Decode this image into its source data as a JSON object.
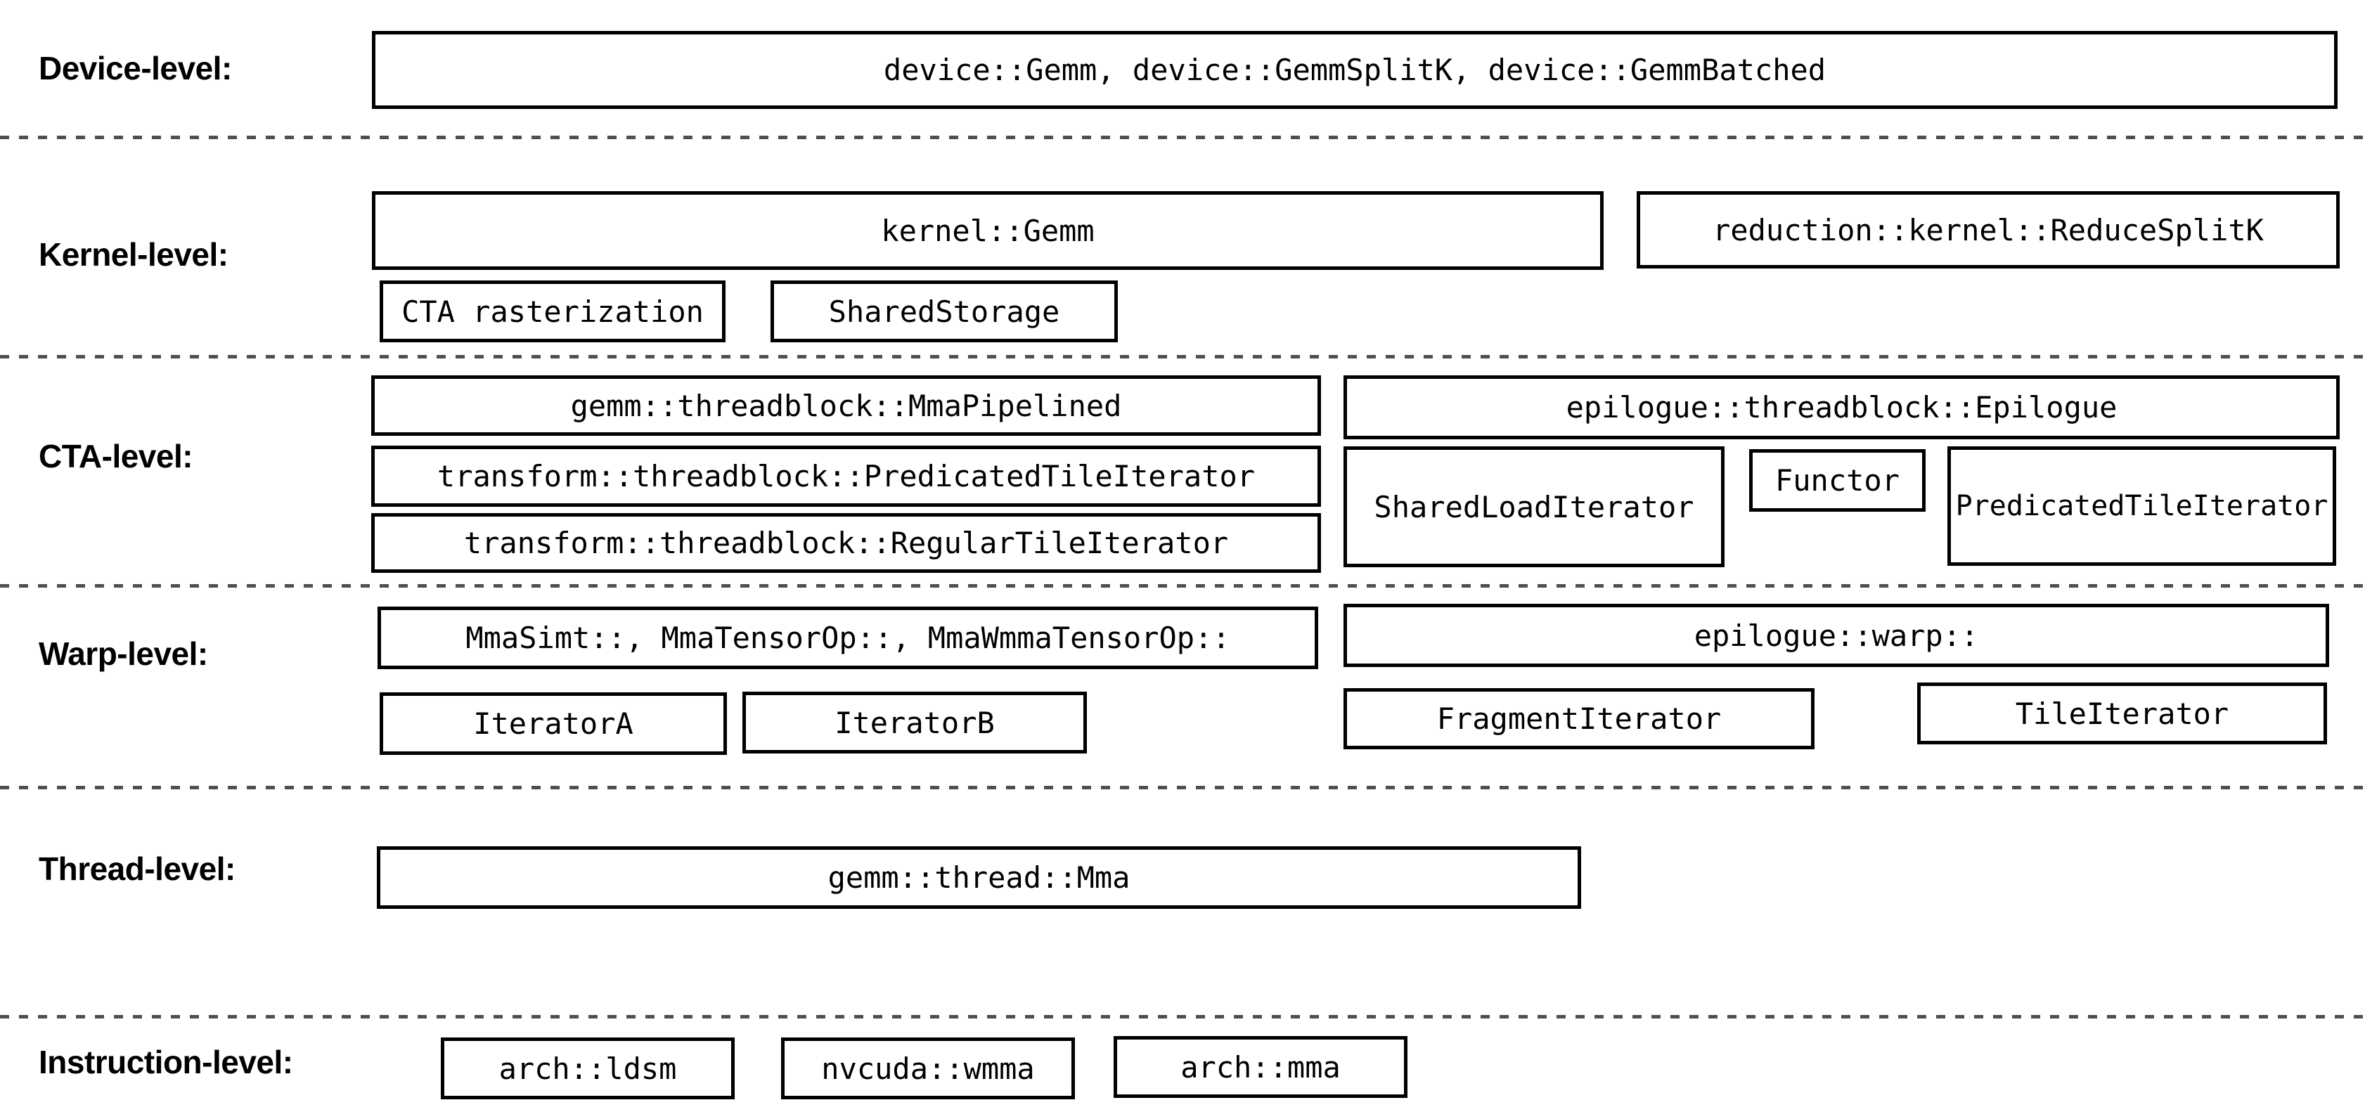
{
  "labels": {
    "device": "Device-level:",
    "kernel": "Kernel-level:",
    "cta": "CTA-level:",
    "warp": "Warp-level:",
    "thread": "Thread-level:",
    "instruction": "Instruction-level:"
  },
  "boxes": {
    "device_gemm": "device::Gemm, device::GemmSplitK, device::GemmBatched",
    "kernel_gemm": "kernel::Gemm",
    "reduce_splitk": "reduction::kernel::ReduceSplitK",
    "cta_rasterization": "CTA rasterization",
    "shared_storage": "SharedStorage",
    "mma_pipelined": "gemm::threadblock::MmaPipelined",
    "epilogue_threadblock": "epilogue::threadblock::Epilogue",
    "transform_predicated_tile_iterator": "transform::threadblock::PredicatedTileIterator",
    "shared_load_iterator": "SharedLoadIterator",
    "functor": "Functor",
    "predicated_tile_iterator": "PredicatedTileIterator",
    "regular_tile_iterator": "transform::threadblock::RegularTileIterator",
    "warp_mma": "MmaSimt::, MmaTensorOp::, MmaWmmaTensorOp::",
    "epilogue_warp": "epilogue::warp::",
    "iterator_a": "IteratorA",
    "iterator_b": "IteratorB",
    "fragment_iterator": "FragmentIterator",
    "tile_iterator": "TileIterator",
    "thread_mma": "gemm::thread::Mma",
    "arch_ldsm": "arch::ldsm",
    "nvcuda_wmma": "nvcuda::wmma",
    "arch_mma": "arch::mma"
  },
  "colors": {
    "background": "#ffffff",
    "box_border": "#000000",
    "text": "#000000",
    "divider": "#4f4f4f"
  }
}
